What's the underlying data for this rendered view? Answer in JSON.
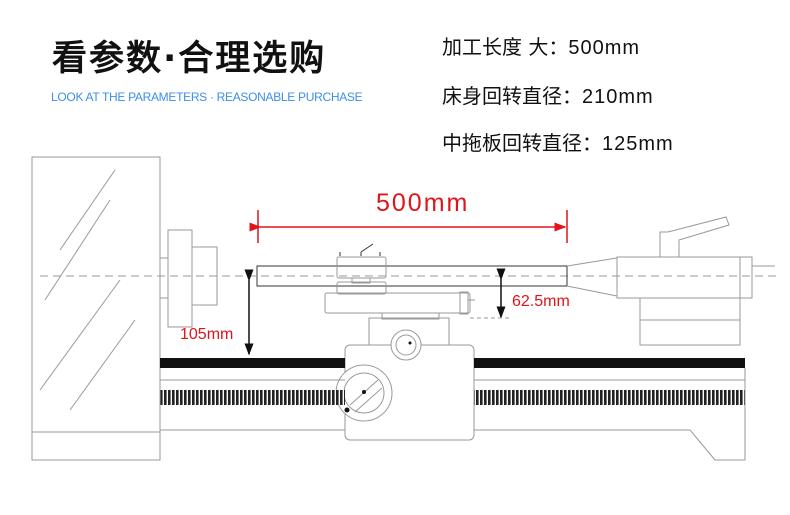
{
  "header": {
    "title": "看参数·合理选购",
    "subtitle": "LOOK AT THE PARAMETERS · REASONABLE PURCHASE"
  },
  "specs": [
    {
      "label": "加工长度 大：",
      "value": "500mm"
    },
    {
      "label": "床身回转直径：",
      "value": "210mm"
    },
    {
      "label": "中拖板回转直径：",
      "value": "125mm"
    }
  ],
  "diagram": {
    "length_label": "500mm",
    "center_height_label": "105mm",
    "cross_slide_height_label": "62.5mm",
    "accent_color": "#e0141a"
  }
}
